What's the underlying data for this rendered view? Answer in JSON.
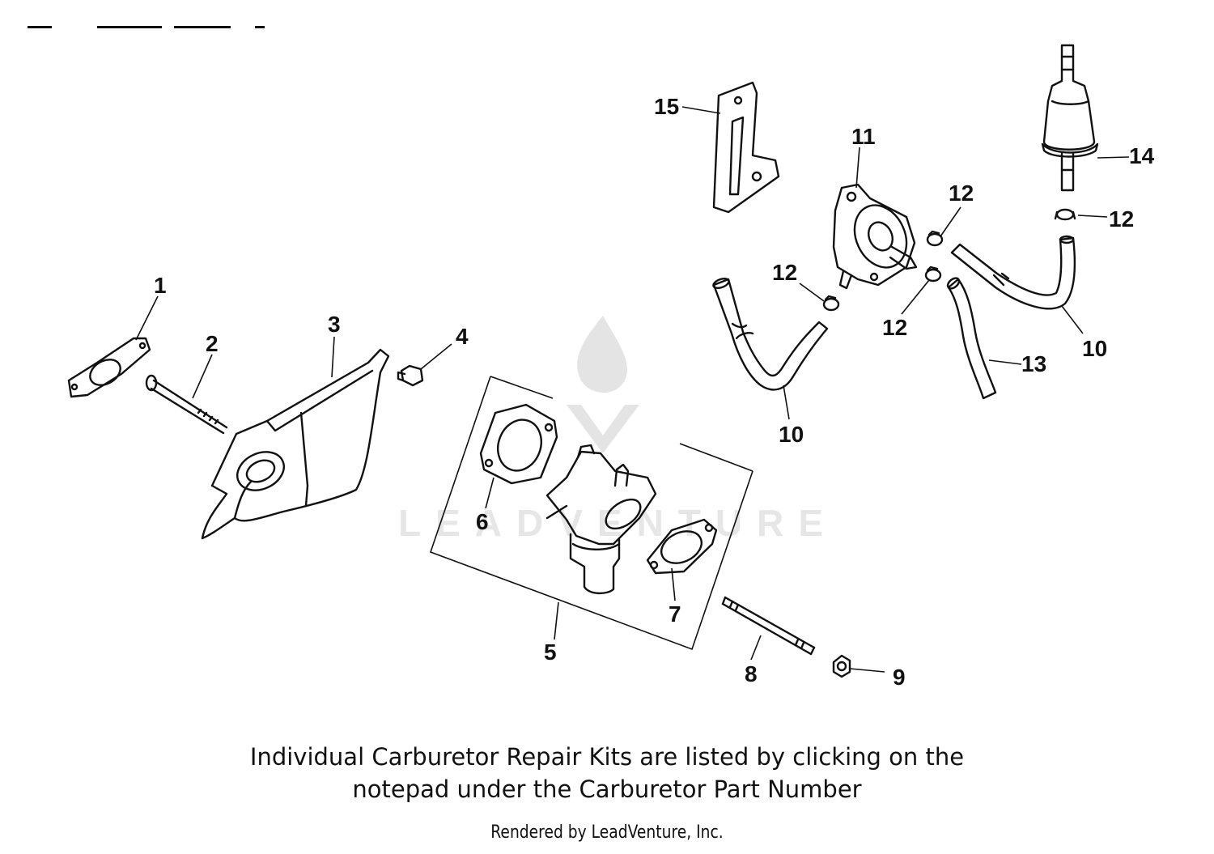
{
  "diagram": {
    "callouts": [
      {
        "number": "1"
      },
      {
        "number": "2"
      },
      {
        "number": "3"
      },
      {
        "number": "4"
      },
      {
        "number": "5"
      },
      {
        "number": "6"
      },
      {
        "number": "7"
      },
      {
        "number": "8"
      },
      {
        "number": "9"
      },
      {
        "number": "10"
      },
      {
        "number": "10"
      },
      {
        "number": "11"
      },
      {
        "number": "12"
      },
      {
        "number": "12"
      },
      {
        "number": "12"
      },
      {
        "number": "12"
      },
      {
        "number": "13"
      },
      {
        "number": "14"
      },
      {
        "number": "15"
      }
    ],
    "watermark": "LEADVENTURE"
  },
  "note": {
    "line1": "Individual Carburetor Repair Kits are listed by clicking on the",
    "line2": "notepad under the Carburetor Part Number"
  },
  "footer": {
    "rendered_by": "Rendered by LeadVenture, Inc."
  }
}
